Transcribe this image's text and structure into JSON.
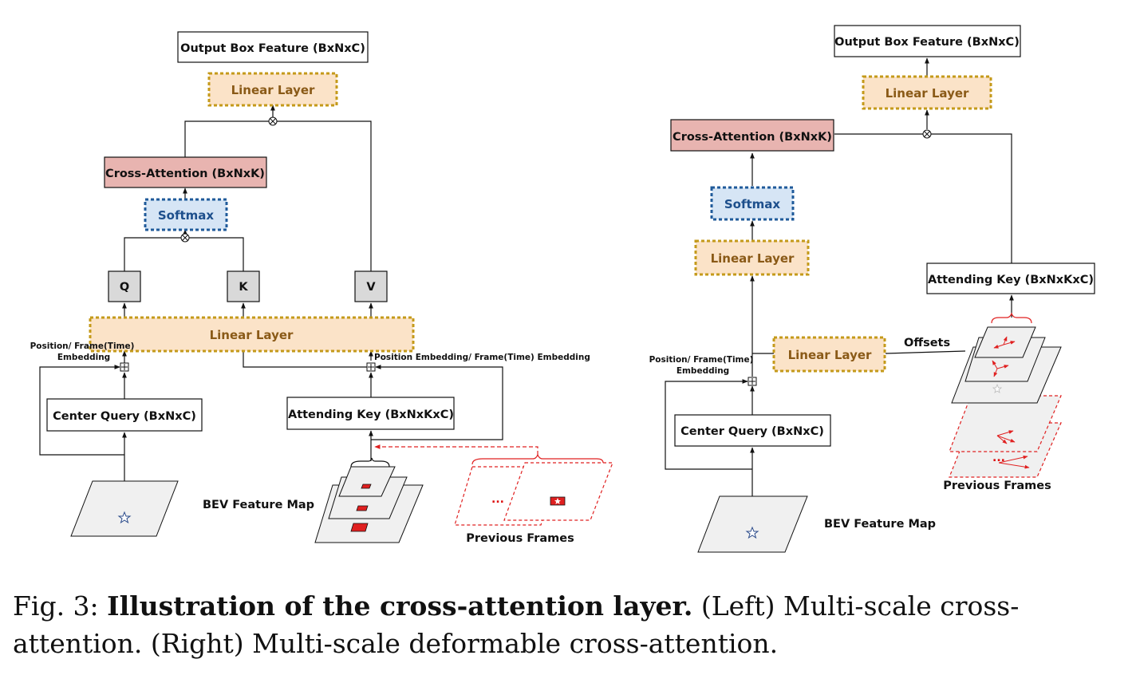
{
  "left": {
    "output_box": "Output Box Feature (BxNxC)",
    "linear_top": "Linear Layer",
    "cross_attention": "Cross-Attention (BxNxK)",
    "softmax": "Softmax",
    "q": "Q",
    "k": "K",
    "v": "V",
    "linear_main": "Linear Layer",
    "pos_emb_line1": "Position/ Frame(Time)",
    "pos_emb_line2": "Embedding",
    "pos_emb_right": "Position Embedding/ Frame(Time) Embedding",
    "center_query": "Center Query (BxNxC)",
    "attending_key": "Attending Key (BxNxKxC)",
    "bev_label": "BEV Feature Map",
    "previous_frames": "Previous Frames",
    "ellipsis": "..."
  },
  "right": {
    "output_box": "Output Box Feature (BxNxC)",
    "linear_top": "Linear Layer",
    "cross_attention": "Cross-Attention (BxNxK)",
    "softmax": "Softmax",
    "linear_mid": "Linear Layer",
    "attending_key": "Attending Key (BxNxKxC)",
    "linear_offsets": "Linear Layer",
    "offsets": "Offsets",
    "pos_emb_line1": "Position/ Frame(Time)",
    "pos_emb_line2": "Embedding",
    "center_query": "Center Query (BxNxC)",
    "bev_label": "BEV Feature Map",
    "previous_frames": "Previous Frames",
    "ellipsis": "..."
  },
  "caption": {
    "prefix": "Fig. 3: ",
    "bold": "Illustration of the cross-attention layer.",
    "rest": " (Left) Multi-scale cross-attention. (Right) Multi-scale deformable cross-attention."
  },
  "colors": {
    "linear_fill": "#fbe3c8",
    "linear_border": "#c49a1a",
    "softmax_fill": "#d6e5f5",
    "softmax_border": "#1f5a9a",
    "cross_fill": "#e8b4b0",
    "qkv_fill": "#d9d9d9",
    "feature_fill": "#f0f0f0",
    "red": "#e02020"
  }
}
